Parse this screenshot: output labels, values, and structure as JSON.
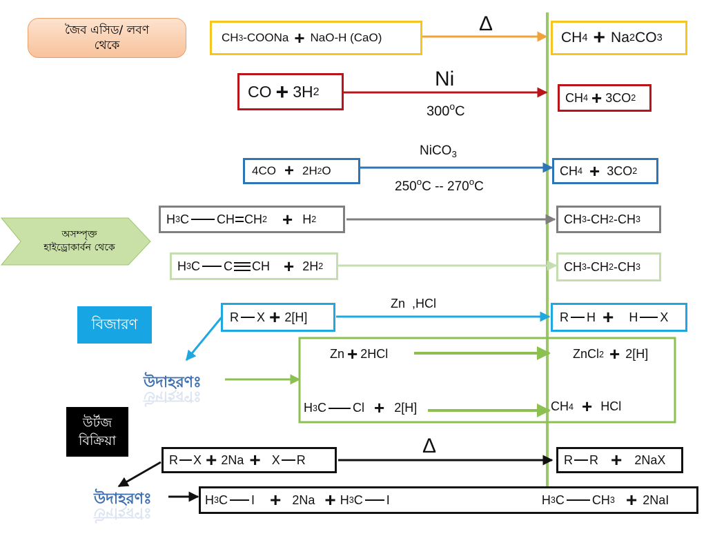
{
  "colors": {
    "orange": "#f2a23a",
    "yellow": "#f7c520",
    "red": "#b8141a",
    "blue": "#2e75b6",
    "gray": "#7f7f7f",
    "lightgreen": "#c5deb0",
    "cyan": "#1fa8e0",
    "green": "#8cc152",
    "black": "#111111"
  },
  "labels": {
    "acid_salt": "জৈব এসিড/ লবণ থেকে",
    "unsaturated": "অসম্পৃক্ত হাইড্রোকার্বন থেকে",
    "reduction": "বিজারণ",
    "wurtz": "উর্টজ বিক্রিয়া",
    "example1": "উদাহরণঃ",
    "example2": "উদাহরণঃ"
  },
  "r1": {
    "left": {
      "p1": "CH",
      "s1": "3",
      "p2": "-COONa",
      "plus": "+",
      "p3": "NaO-H (CaO)"
    },
    "cond": "Δ",
    "right": {
      "p1": "CH",
      "s1": "4",
      "plus": "+",
      "p2": "Na",
      "s2": "2",
      "p3": "CO",
      "s3": "3"
    }
  },
  "r2": {
    "left": {
      "p1": "CO",
      "plus": "+",
      "p2": "3H",
      "s2": "2"
    },
    "cond_top": "Ni",
    "cond_bottom": {
      "p1": "300",
      "sup": "o",
      "p2": "C"
    },
    "right": {
      "p1": "CH",
      "s1": "4",
      "plus": "+",
      "p2": "3CO",
      "s2": "2"
    }
  },
  "r3": {
    "left": {
      "p1": "4CO",
      "plus": "+",
      "p2": "2H",
      "s2": "2",
      "p3": "O"
    },
    "cond_top": {
      "p1": "NiCO",
      "s1": "3"
    },
    "cond_bottom": {
      "p1": "250",
      "sup1": "o",
      "p2": "C -- 270",
      "sup2": "o",
      "p3": "C"
    },
    "right": {
      "p1": "CH",
      "s1": "4",
      "plus": "+",
      "p2": "3CO",
      "s2": "2"
    }
  },
  "r4": {
    "left": {
      "p1": "H",
      "s1": "3",
      "p2": "C",
      "p3": "CH",
      "p4": "CH",
      "s4": "2",
      "plus": "+",
      "p5": "H",
      "s5": "2"
    },
    "right": {
      "p1": "CH",
      "s1": "3",
      "p2": "-CH",
      "s2": "2",
      "p3": "-CH",
      "s3": "3"
    }
  },
  "r5": {
    "left": {
      "p1": "H",
      "s1": "3",
      "p2": "C",
      "p3": "C",
      "p4": "CH",
      "plus": "+",
      "p5": "2H",
      "s5": "2"
    },
    "right": {
      "p1": "CH",
      "s1": "3",
      "p2": "-CH",
      "s2": "2",
      "p3": "-CH",
      "s3": "3"
    }
  },
  "r6": {
    "left": {
      "p1": "R",
      "p2": "X",
      "plus": "+",
      "p3": "2[H]"
    },
    "cond": "Zn  ,HCl",
    "right": {
      "p1": "R",
      "p2": "H",
      "plus": "+",
      "p3": "H",
      "p4": "X"
    }
  },
  "r7": {
    "left": {
      "p1": "Zn",
      "plus": "+",
      "p2": "2HCl"
    },
    "right": {
      "p1": "ZnCl",
      "s1": "2",
      "plus": "+",
      "p2": "2[H]"
    }
  },
  "r8": {
    "left": {
      "p1": "H",
      "s1": "3",
      "p2": "C",
      "p3": "Cl",
      "plus": "+",
      "p4": "2[H]"
    },
    "right": {
      "p1": "CH",
      "s1": "4",
      "plus": "+",
      "p2": "HCl"
    }
  },
  "r9": {
    "left": {
      "p1": "R",
      "p2": "X",
      "plus1": "+",
      "p3": "2Na",
      "plus2": "+",
      "p4": "X",
      "p5": "R"
    },
    "cond": "Δ",
    "right": {
      "p1": "R",
      "p2": "R",
      "plus": "+",
      "p3": "2NaX"
    }
  },
  "r10": {
    "left": {
      "p1": "H",
      "s1": "3",
      "p2": "C",
      "p3": "I",
      "plus1": "+",
      "p4": "2Na",
      "plus2": "+",
      "p5": "H",
      "s5": "3",
      "p6": "C",
      "p7": "I"
    },
    "right": {
      "p1": "H",
      "s1": "3",
      "p2": "C",
      "p3": "CH",
      "s3": "3",
      "plus": "+",
      "p4": "2NaI"
    }
  }
}
